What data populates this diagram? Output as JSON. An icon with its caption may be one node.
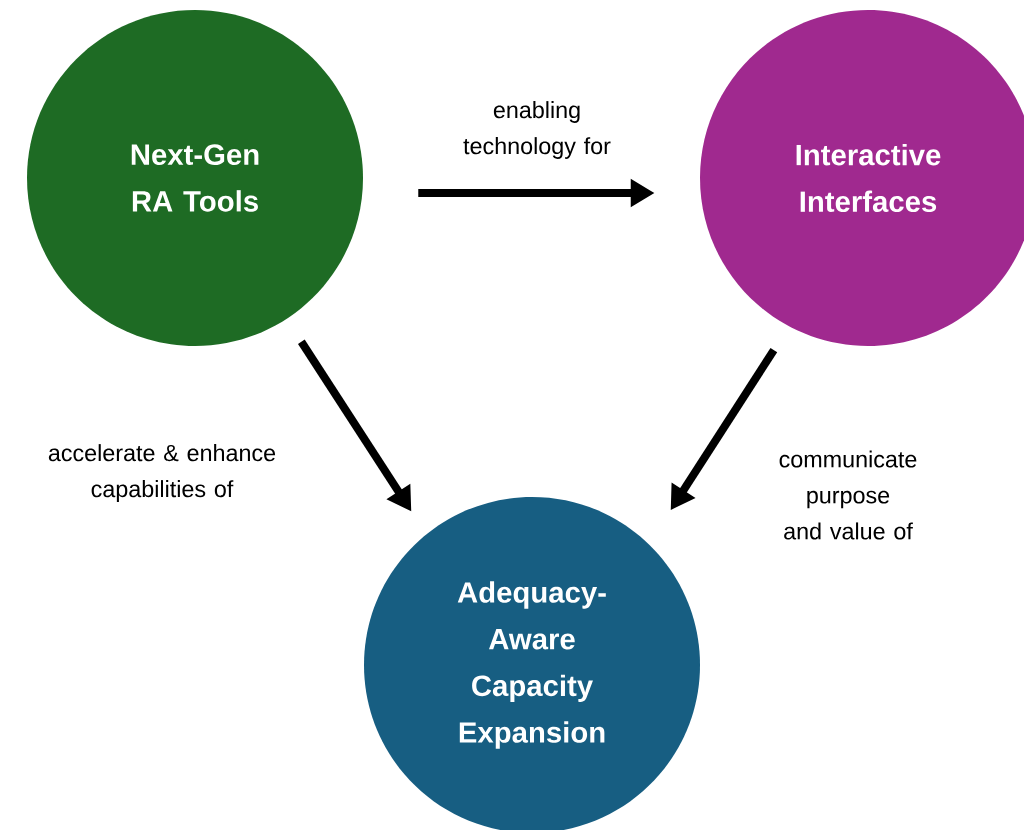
{
  "diagram": {
    "nodes": [
      {
        "text": [
          "Next-Gen RA Tools"
        ]
      },
      {
        "text": [
          "Interactive Interfaces"
        ]
      },
      {
        "text": [
          "Adequacy- Aware Capacity Expansion"
        ]
      }
    ],
    "edges": [
      {
        "from": 0,
        "to": 1,
        "arrow": "to",
        "label": "enabling technology for"
      },
      {
        "from": 0,
        "to": 2,
        "arrow": "to",
        "label": "accelerate & enhance capabilities of"
      },
      {
        "from": 1,
        "to": 2,
        "arrow": "to",
        "label": "communicate purpose and value of"
      }
    ]
  }
}
